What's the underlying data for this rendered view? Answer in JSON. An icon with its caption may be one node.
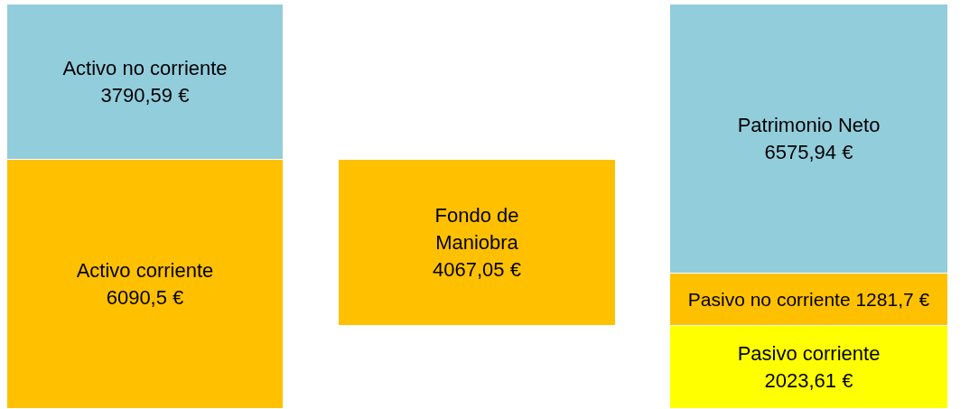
{
  "diagram": {
    "nodes": [
      {
        "text": [
          "Activo no corriente 3790,59 €"
        ]
      },
      {
        "text": [
          "Activo corriente 6090,5 €"
        ]
      },
      {
        "text": [
          "Fondo de Maniobra 4067,05 €"
        ]
      },
      {
        "text": [
          "Patrimonio Neto 6575,94 €"
        ]
      },
      {
        "text": [
          "Pasivo no corriente 1281,7 €"
        ]
      },
      {
        "text": [
          "Pasivo corriente 2023,61 €"
        ]
      }
    ]
  }
}
